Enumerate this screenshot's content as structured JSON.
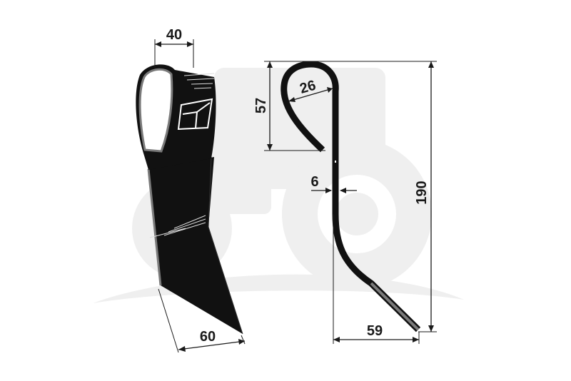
{
  "dimensions": {
    "blade_top_width": "40",
    "blade_tip_width": "60",
    "hook_height": "57",
    "hook_radius": "26",
    "thickness": "6",
    "total_height": "190",
    "offset_width": "59"
  },
  "colors": {
    "blade": "#111111",
    "blade_edge": "#7a7a7a",
    "watermark": "#efefef",
    "dimension_lines": "#1a1a1a"
  },
  "watermark": "tractor-silhouette"
}
